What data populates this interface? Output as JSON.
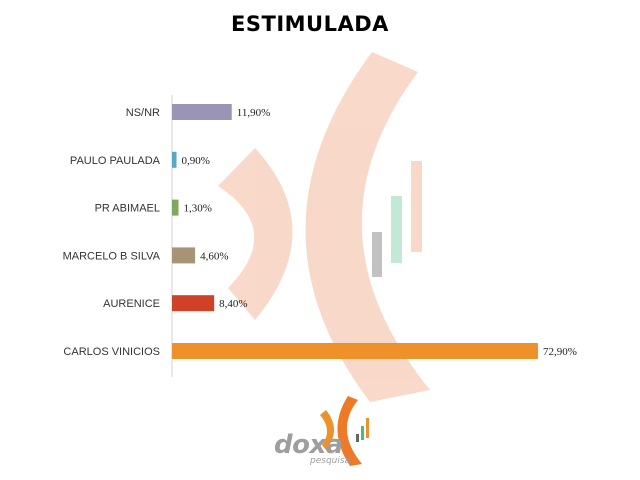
{
  "chart_data": {
    "type": "bar",
    "orientation": "horizontal",
    "title": "ESTIMULADA",
    "categories": [
      "NS/NR",
      "PAULO PAULADA",
      "PR ABIMAEL",
      "MARCELO B SILVA",
      "AURENICE",
      "CARLOS VINICIOS"
    ],
    "values": [
      11.9,
      0.9,
      1.3,
      4.6,
      8.4,
      72.9
    ],
    "value_labels": [
      "11,90%",
      "0,90%",
      "1,30%",
      "4,60%",
      "8,40%",
      "72,90%"
    ],
    "colors": [
      "#9a94b6",
      "#56a9c8",
      "#7daa5d",
      "#a89474",
      "#cf4228",
      "#ee9128"
    ],
    "xlim": [
      0,
      76
    ],
    "grid": false,
    "legend": "none",
    "xlabel": "",
    "ylabel": ""
  },
  "logo": {
    "name": "doxa",
    "tagline": "pesquisa"
  }
}
